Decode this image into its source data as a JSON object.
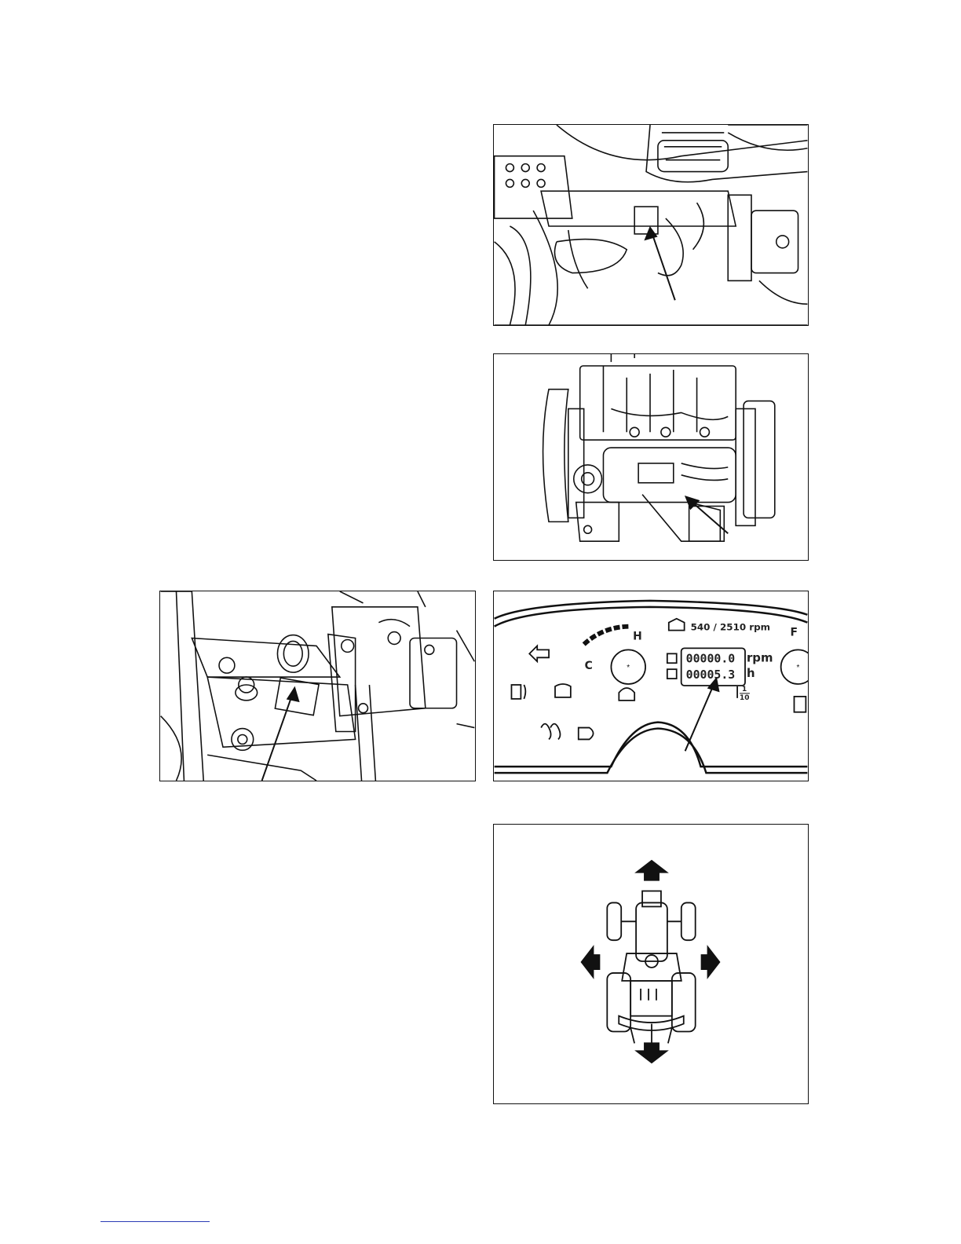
{
  "dashboard": {
    "pto_rpm_label": "540 / 2510 rpm",
    "rpm_readout": "00000.0",
    "hours_readout": "00005.3",
    "rpm_unit": "rpm",
    "hours_unit": "h",
    "temp_hot": "H",
    "temp_cold": "C",
    "fuel_full": "F",
    "fraction_num": "1",
    "fraction_den": "10"
  }
}
